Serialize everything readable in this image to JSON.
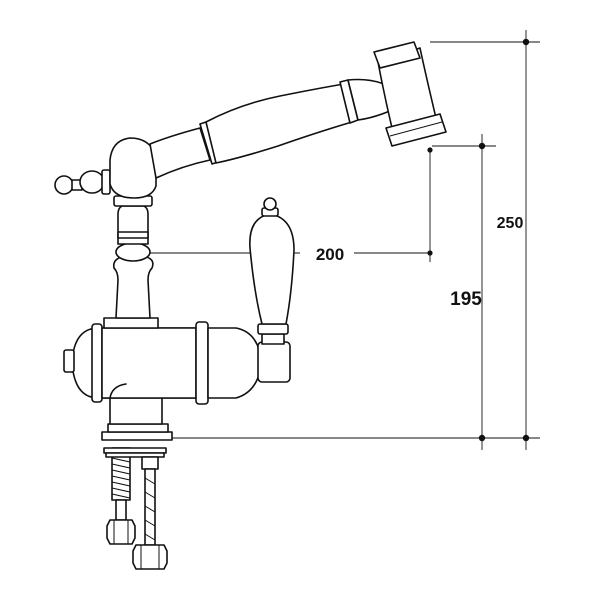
{
  "dimensions": {
    "spout_reach": "200",
    "spout_height": "195",
    "total_height": "250"
  },
  "colors": {
    "line": "#111111",
    "background": "#ffffff"
  }
}
